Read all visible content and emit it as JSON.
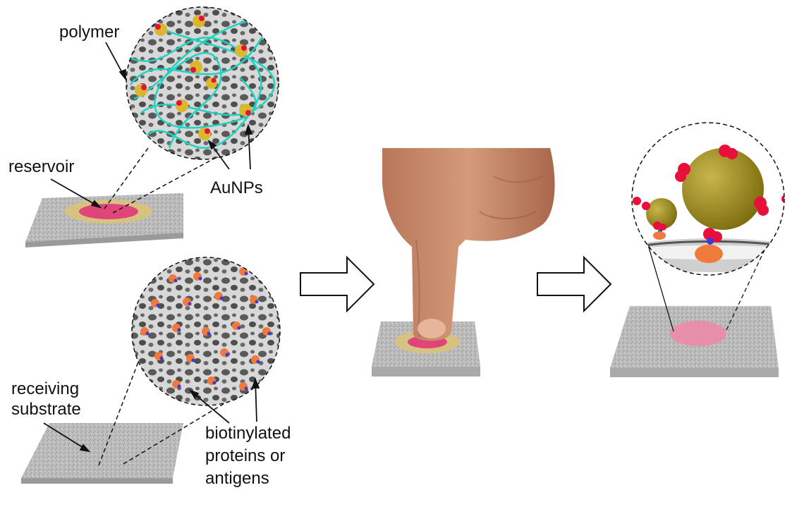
{
  "labels": {
    "polymer": "polymer",
    "reservoir": "reservoir",
    "aunps": "AuNPs",
    "receiving_substrate": [
      "receiving",
      "substrate"
    ],
    "biotinylated": [
      "biotinylated",
      "proteins or",
      "antigens"
    ]
  },
  "colors": {
    "substrate": "#b9b9b9",
    "reservoir_pink": "#e0457a",
    "reservoir_ring": "#d9c27a",
    "polymer_strand": "#1fd3c0",
    "aunp_gold": "#9c8a1c",
    "aunp_ligand": "#e8103a",
    "protein_orange": "#f07a3c",
    "biotin_blue": "#3a3ad6",
    "arrow_stroke": "#111111",
    "deposit_pink": "#ec8aa6",
    "skin": "#c58966"
  },
  "icons": [
    "finger-press-icon",
    "right-arrow-icon"
  ]
}
